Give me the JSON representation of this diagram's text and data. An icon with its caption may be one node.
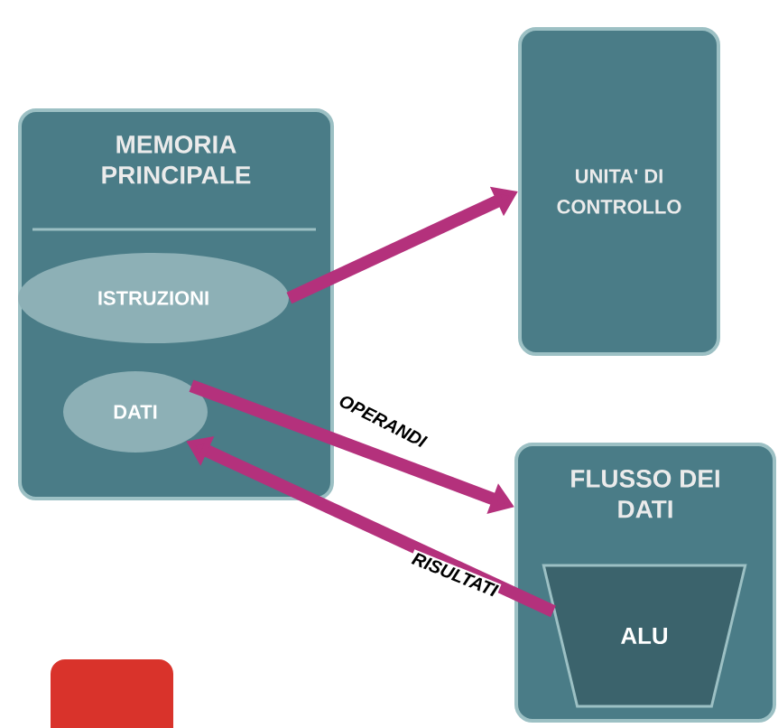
{
  "diagram": {
    "nodes": [
      {
        "text": [
          "MEMORIA PRINCIPALE"
        ]
      },
      {
        "text": [
          "ISTRUZIONI"
        ],
        "in": 0
      },
      {
        "text": [
          "DATI"
        ],
        "in": 0
      },
      {
        "text": [
          "UNITA' DI CONTROLLO"
        ]
      },
      {
        "text": [
          "FLUSSO DEI DATI"
        ]
      },
      {
        "text": [
          "ALU"
        ],
        "in": 4
      }
    ],
    "edges": [
      {
        "from": 1,
        "to": 3,
        "arrow": "to"
      },
      {
        "from": 2,
        "to": 4,
        "arrow": "to",
        "label": "OPERANDI"
      },
      {
        "from": 5,
        "to": 2,
        "arrow": "to",
        "label": "RISULTATI"
      }
    ]
  }
}
